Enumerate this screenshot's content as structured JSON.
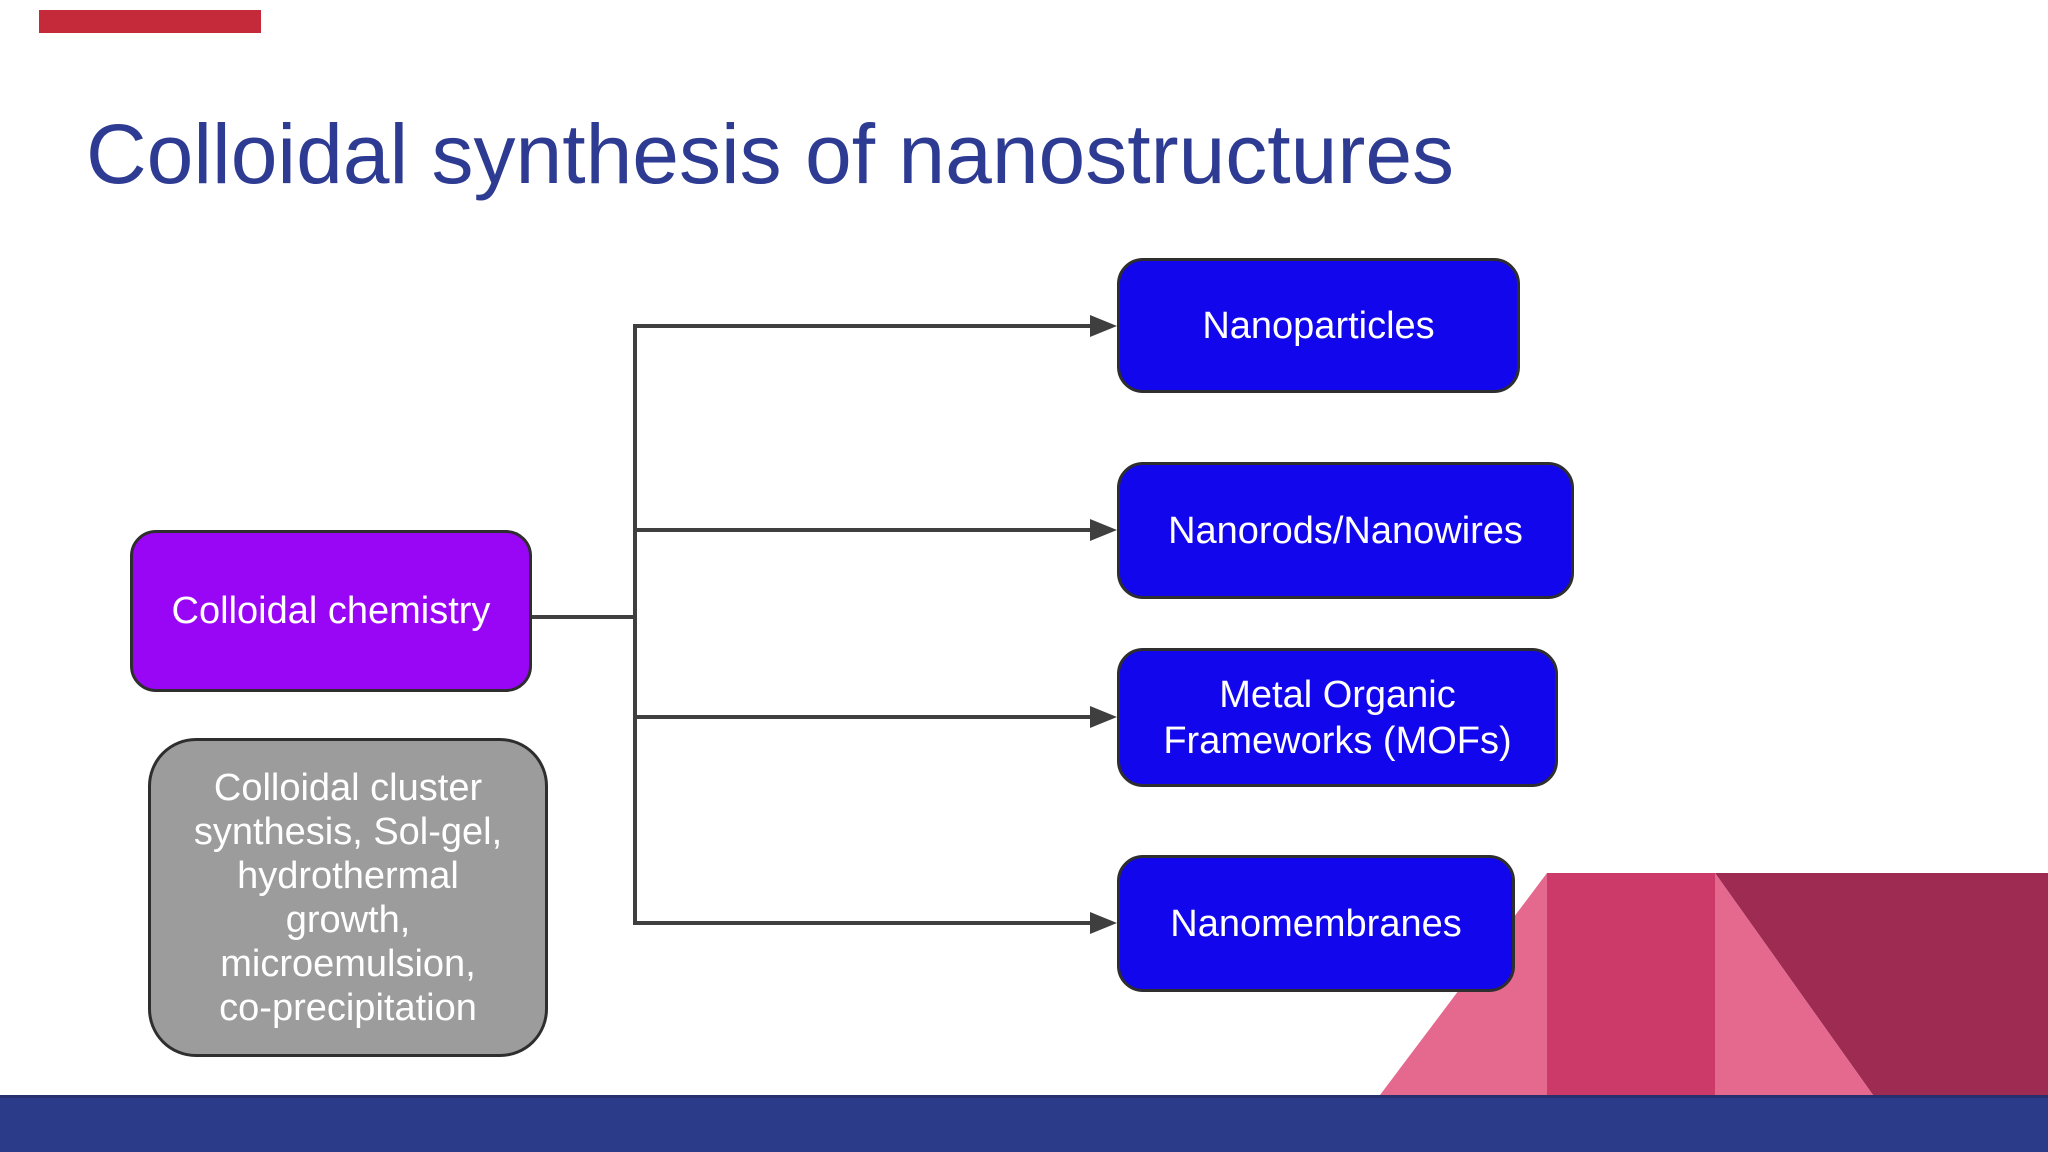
{
  "slide": {
    "title": "Colloidal synthesis of nanostructures"
  },
  "diagram": {
    "root": {
      "label": "Colloidal chemistry"
    },
    "note": {
      "lines": [
        "Colloidal cluster",
        "synthesis, Sol-gel,",
        "hydrothermal",
        "growth,",
        "microemulsion,",
        "co-precipitation"
      ]
    },
    "children": [
      {
        "label": "Nanoparticles"
      },
      {
        "label": "Nanorods/Nanowires"
      },
      {
        "label": "Metal Organic Frameworks (MOFs)"
      },
      {
        "label": "Nanomembranes"
      }
    ]
  },
  "colors": {
    "background": "#FFFFFF",
    "title_text": "#2E3B92",
    "accent_bar": "#C52A3A",
    "root_fill": "#9905F5",
    "child_fill": "#1206EC",
    "note_fill": "#9C9C9C",
    "box_border": "#2E2E2E",
    "box_text": "#FFFFFF",
    "connector": "#3F3F3F",
    "footer_bar": "#2C3A8A",
    "mountain_light_pink": "#E5688F",
    "mountain_raspberry": "#CB3A69",
    "mountain_maroon": "#9D2B52"
  }
}
